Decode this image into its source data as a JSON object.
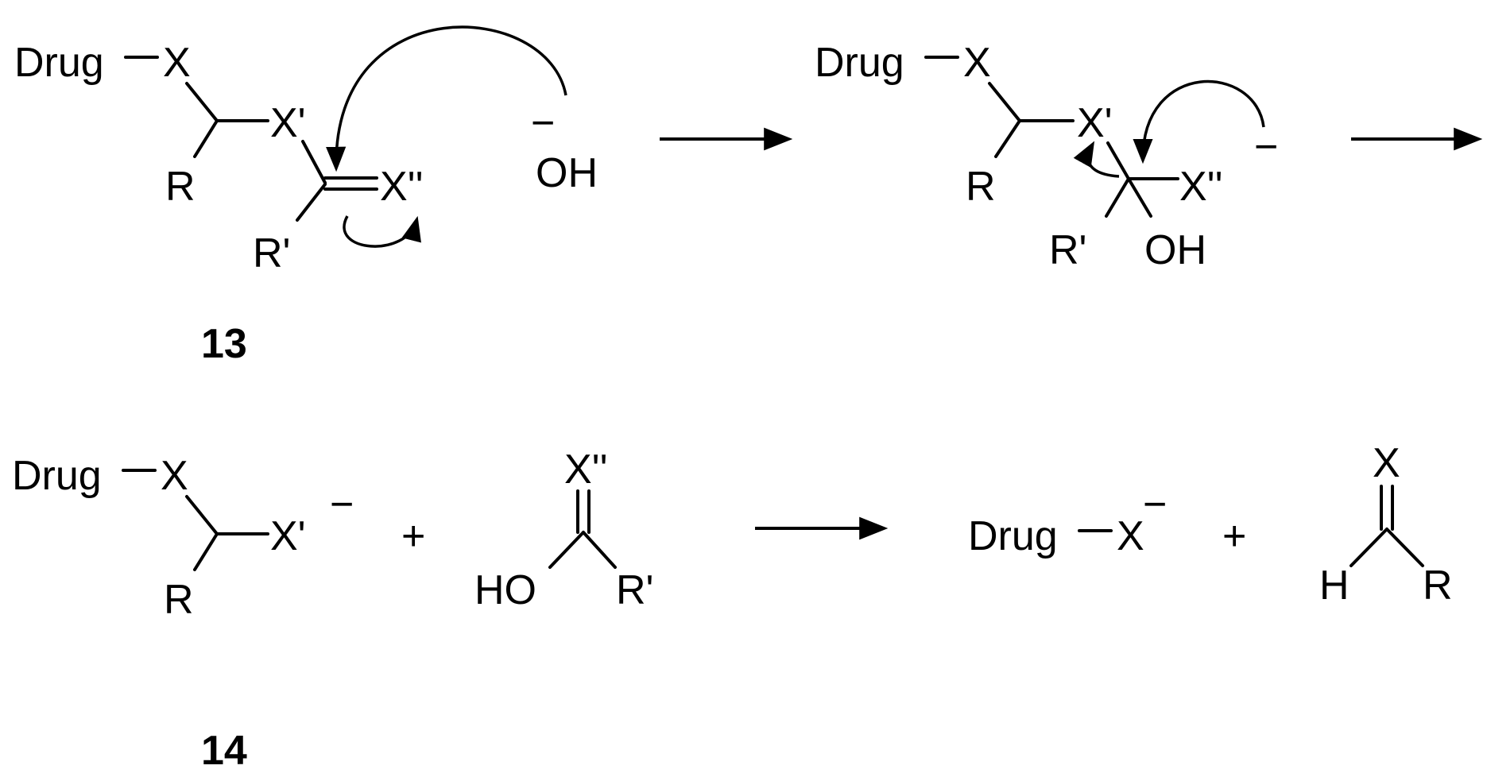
{
  "scheme": {
    "r1": {
      "drug": "Drug",
      "x": "X",
      "xp": "X'",
      "r": "R",
      "xpp": "X''",
      "rp": "R'",
      "oh": "OH",
      "neg": "−"
    },
    "compound13": "13",
    "r2": {
      "drug": "Drug",
      "x": "X",
      "xp": "X'",
      "r": "R",
      "xpp": "X''",
      "neg": "−",
      "rp": "R'",
      "oh": "OH"
    },
    "r3": {
      "drug": "Drug",
      "x": "X",
      "xp": "X'",
      "neg": "−",
      "r": "R",
      "plus": "+",
      "xpp": "X''",
      "ho": "HO",
      "rp": "R'"
    },
    "compound14": "14",
    "r4": {
      "drug": "Drug",
      "x": "X",
      "neg": "−",
      "plus": "+",
      "xtop": "X",
      "h": "H",
      "r": "R"
    }
  }
}
